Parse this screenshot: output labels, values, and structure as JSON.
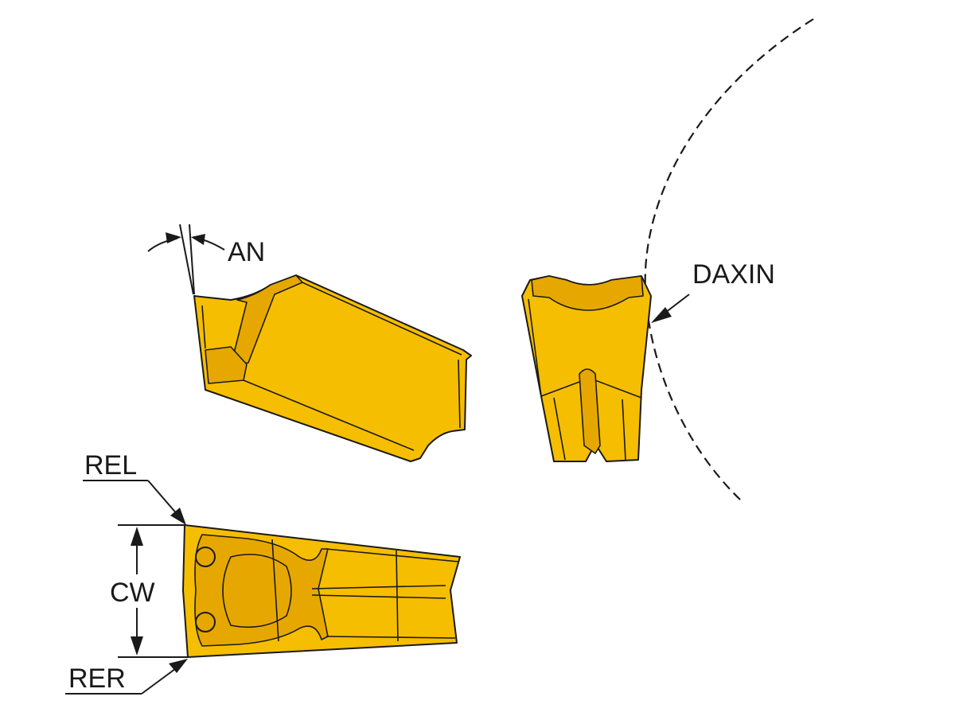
{
  "labels": {
    "an": "AN",
    "daxin": "DAXIN",
    "rel": "REL",
    "cw": "CW",
    "rer": "RER"
  },
  "colors": {
    "insert": "#f6be00",
    "insert_shade": "#e6a800",
    "line": "#1a1a1a",
    "background": "#ffffff"
  }
}
